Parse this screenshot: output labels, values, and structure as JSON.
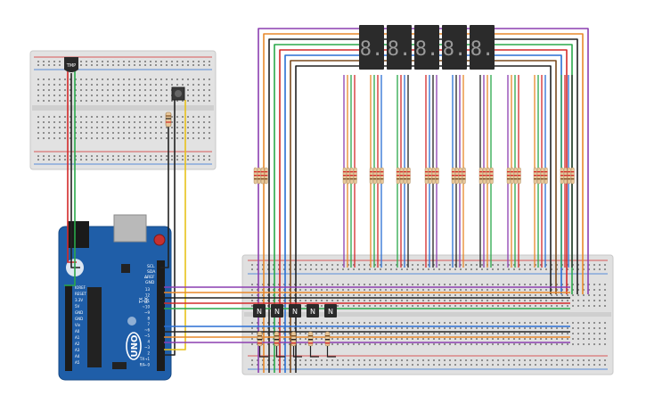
{
  "board": {
    "name": "Arduino Uno",
    "logo_text": "UNO",
    "label_l": "L",
    "label_tx": "TX",
    "label_rx": "RX",
    "label_on": "ON",
    "label_scl": "SCL",
    "label_sda": "SDA",
    "label_aref": "AREF",
    "label_gnd": "GND",
    "digital_pins": [
      "13",
      "12",
      "~11",
      "~10",
      "~9",
      "8",
      "7",
      "~6",
      "~5",
      "4",
      "~3",
      "2",
      "TX→1",
      "RX←0"
    ],
    "power_pins": [
      "IOREF",
      "RESET",
      "3.3V",
      "5V",
      "GND",
      "GND",
      "Vin"
    ],
    "analog_pins": [
      "A0",
      "A1",
      "A2",
      "A3",
      "A4",
      "A5"
    ]
  },
  "sensor": {
    "label": "TMP",
    "name": "temperature sensor"
  },
  "transistors": {
    "label": "N",
    "count": 5
  },
  "display": {
    "count": 5,
    "glyph": "8."
  },
  "colors": {
    "board": "#1f5ea8",
    "breadboard": "#dcdcdc",
    "wire_red": "#d42a2a",
    "wire_green": "#2aa84a",
    "wire_black": "#222222",
    "wire_yellow": "#e8c21a",
    "wire_purple": "#8c3fb0",
    "wire_orange": "#e8882a",
    "wire_blue": "#2a6fd4",
    "wire_brown": "#7a4a1e"
  }
}
